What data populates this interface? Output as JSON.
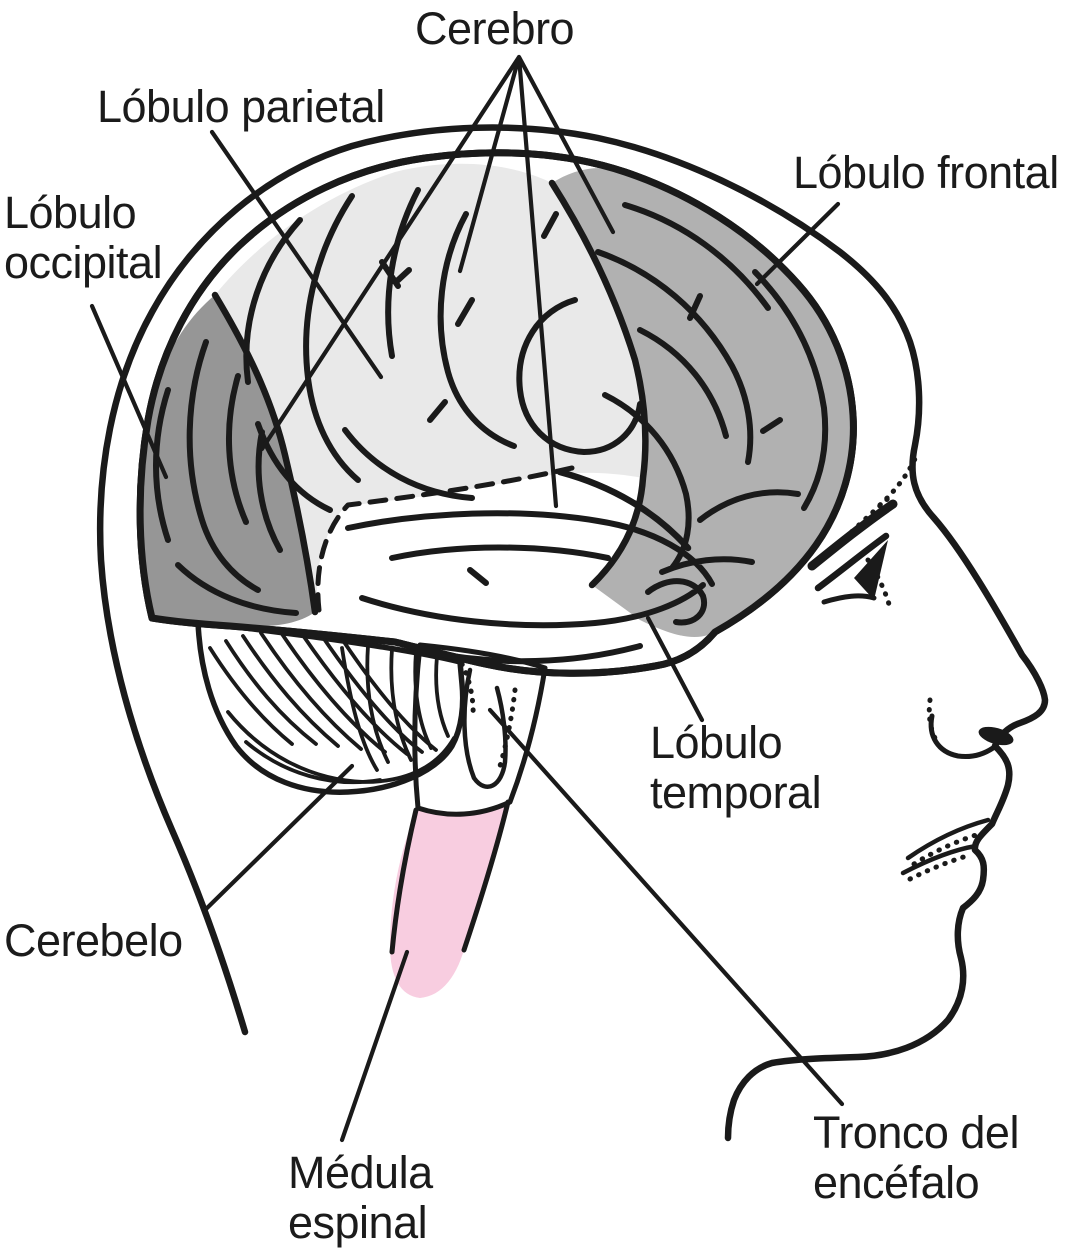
{
  "figure": {
    "labels": {
      "cerebro": "Cerebro",
      "parietal": "Lóbulo parietal",
      "occipital": "Lóbulo\noccipital",
      "frontal": "Lóbulo frontal",
      "temporal": "Lóbulo\ntemporal",
      "cerebelo": "Cerebelo",
      "medula": "Médula\nespinal",
      "tronco": "Tronco del\nencéfalo"
    },
    "colors": {
      "background": "#ffffff",
      "outline": "#1a1a1a",
      "lobe_parietal": "#e9e9e9",
      "lobe_frontal": "#b1b1b1",
      "lobe_occipital": "#969696",
      "lobe_temporal": "#c9c9c9",
      "cerebellum": "#f091b4",
      "brainstem": "#c77da0",
      "spinal_cord": "#f8cde0"
    }
  }
}
